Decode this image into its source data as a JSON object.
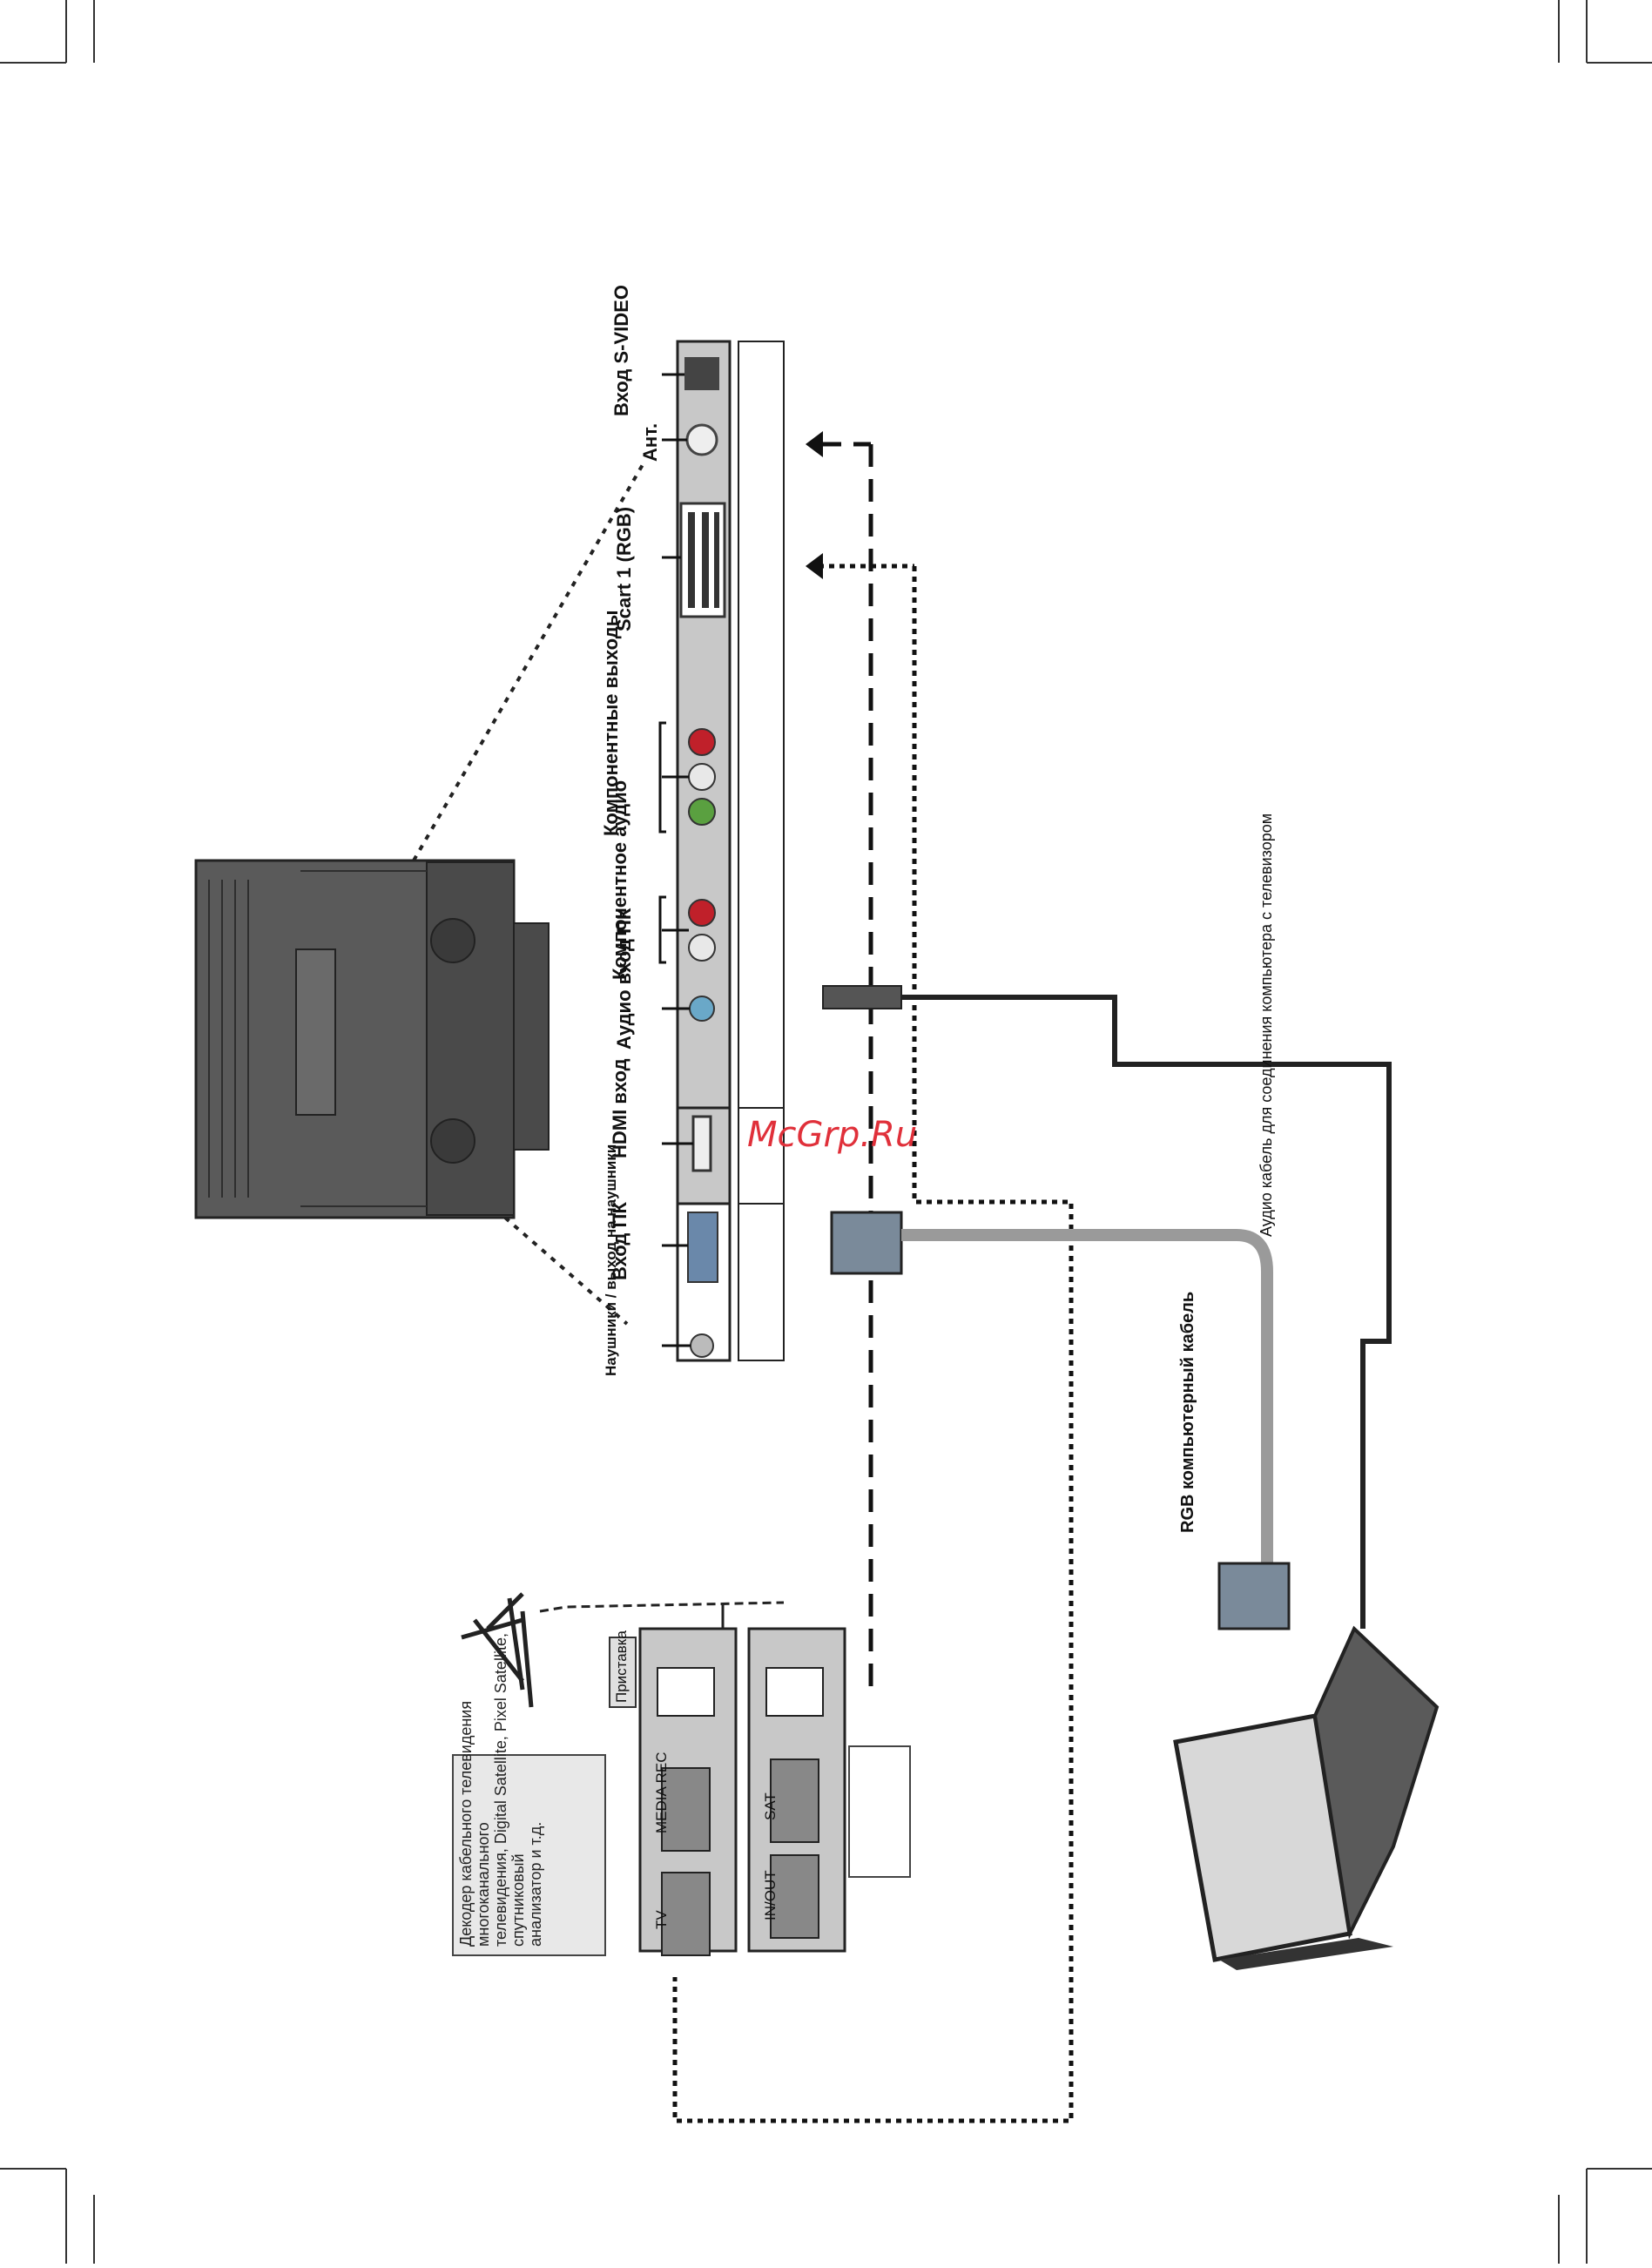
{
  "watermark": "McGrp.Ru",
  "panel_labels": {
    "svideo": "Вход S-VIDEO",
    "antenna": "Ант.",
    "scart1": "Scart 1 (RGB)",
    "component_out": "Компонентные выходы",
    "component_audio": "Компонентное аудио",
    "audio_pc": "Аудио вход ПК",
    "hdmi": "HDMI вход",
    "pc_in": "Вход ПК",
    "headphones": "Наушники / выход на наушники"
  },
  "side_labels": {
    "audio_cable": "Аудио кабель для соединения компьютера с телевизором",
    "rgb_cable": "RGB компьютерный кабель",
    "peripheral": "Приставка"
  },
  "receivers": {
    "top_tv": "TV",
    "top_media": "MEDIA REC",
    "bottom_inout": "IN/OUT",
    "bottom_sat": "SAT"
  },
  "note_box": "Декодер кабельного телевидения\nмногоканального\nтелевидения, Digital Satellite, Pixel Satellite,\nспутниковый\nанализатор и т.д.",
  "colors": {
    "tv_gray": "#5a5a5a",
    "panel_gray": "#c8c8c8",
    "rca_red": "#c0202a",
    "rca_green": "#5aa040",
    "rca_white": "#e8e8e8",
    "cable_gray": "#9a9a9a"
  }
}
